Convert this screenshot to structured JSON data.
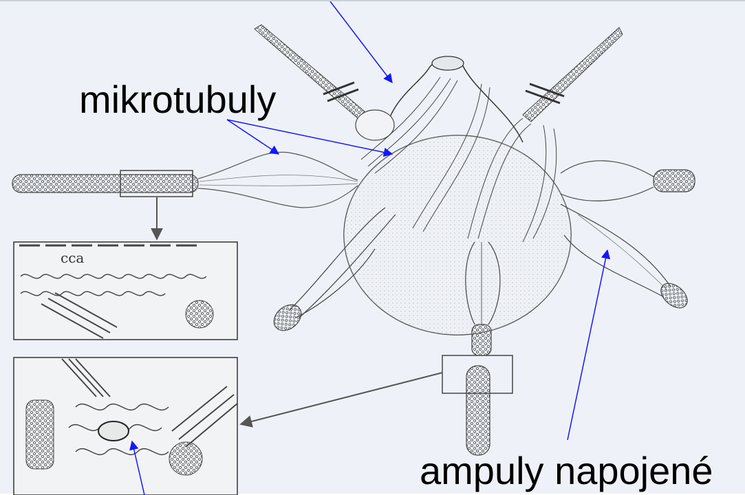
{
  "labels": {
    "microtubules": "mikrotubuly",
    "ampullae": "ampuly napojené",
    "inset_cca": "cca"
  },
  "colors": {
    "background": "#eef2f8",
    "arrow_blue": "#1515ff",
    "drawing_ink": "#3a3a3a",
    "arrow_gray": "#555555"
  }
}
